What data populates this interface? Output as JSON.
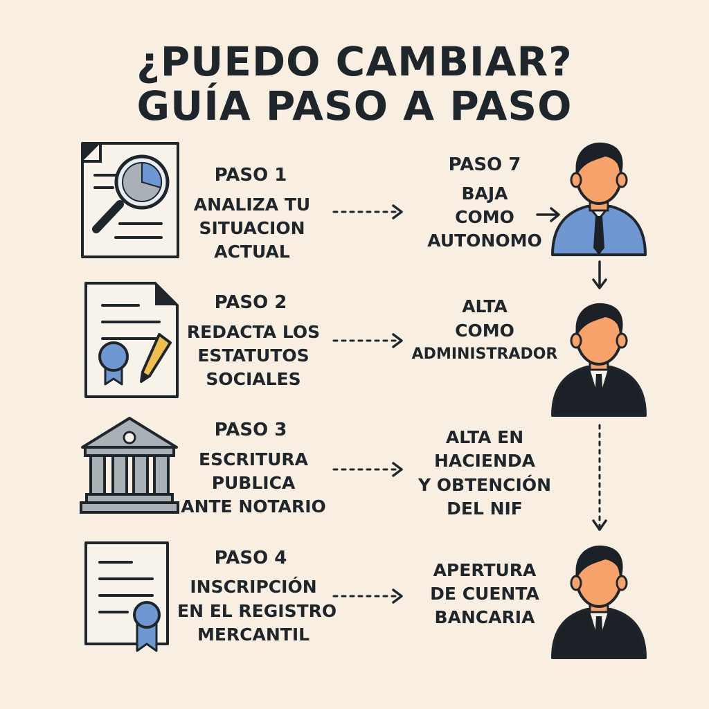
{
  "title": {
    "line1": "¿PUEDO CAMBIAR?",
    "line2": "GUÍA PASO A PASO"
  },
  "steps": [
    {
      "label": "PASO 1",
      "lines": [
        "ANALIZA TU",
        "SITUACION",
        "ACTUAL"
      ],
      "icon": "document-magnifier-chart-icon"
    },
    {
      "label": "PASO 2",
      "lines": [
        "REDACTA LOS",
        "ESTATUTOS",
        "SOCIALES"
      ],
      "icon": "document-seal-pencil-icon"
    },
    {
      "label": "PASO 3",
      "lines": [
        "ESCRITURA",
        "PUBLICA",
        "ANTE NOTARIO"
      ],
      "icon": "bank-building-icon"
    },
    {
      "label": "PASO 4",
      "lines": [
        "INSCRIPCIÓN",
        "EN EL REGISTRO",
        "MERCANTIL"
      ],
      "icon": "certificate-ribbon-icon"
    }
  ],
  "right_steps": [
    {
      "label": "PASO 7",
      "lines": [
        "BAJA",
        "COMO",
        "AUTONOMO"
      ],
      "icon": "person-blue-shirt-icon"
    },
    {
      "lines": [
        "ALTA",
        "COMO",
        "ADMINISTRADOR"
      ],
      "icon": "person-suit-icon"
    },
    {
      "lines": [
        "ALTA EN",
        "HACIENDA",
        "Y OBTENCIÓN",
        "DEL NIF"
      ],
      "icon": "person-suit-icon"
    },
    {
      "lines": [
        "APERTURA",
        "DE CUENTA",
        "BANCARIA"
      ],
      "icon": "person-suit-icon"
    }
  ],
  "colors": {
    "background": "#f8efe2",
    "text": "#1f262b",
    "accent_blue": "#6f97d1",
    "skin": "#f7a26b",
    "hair_suit": "#1b2126",
    "pencil": "#f0bd4f",
    "building": "#a9b0b6"
  }
}
